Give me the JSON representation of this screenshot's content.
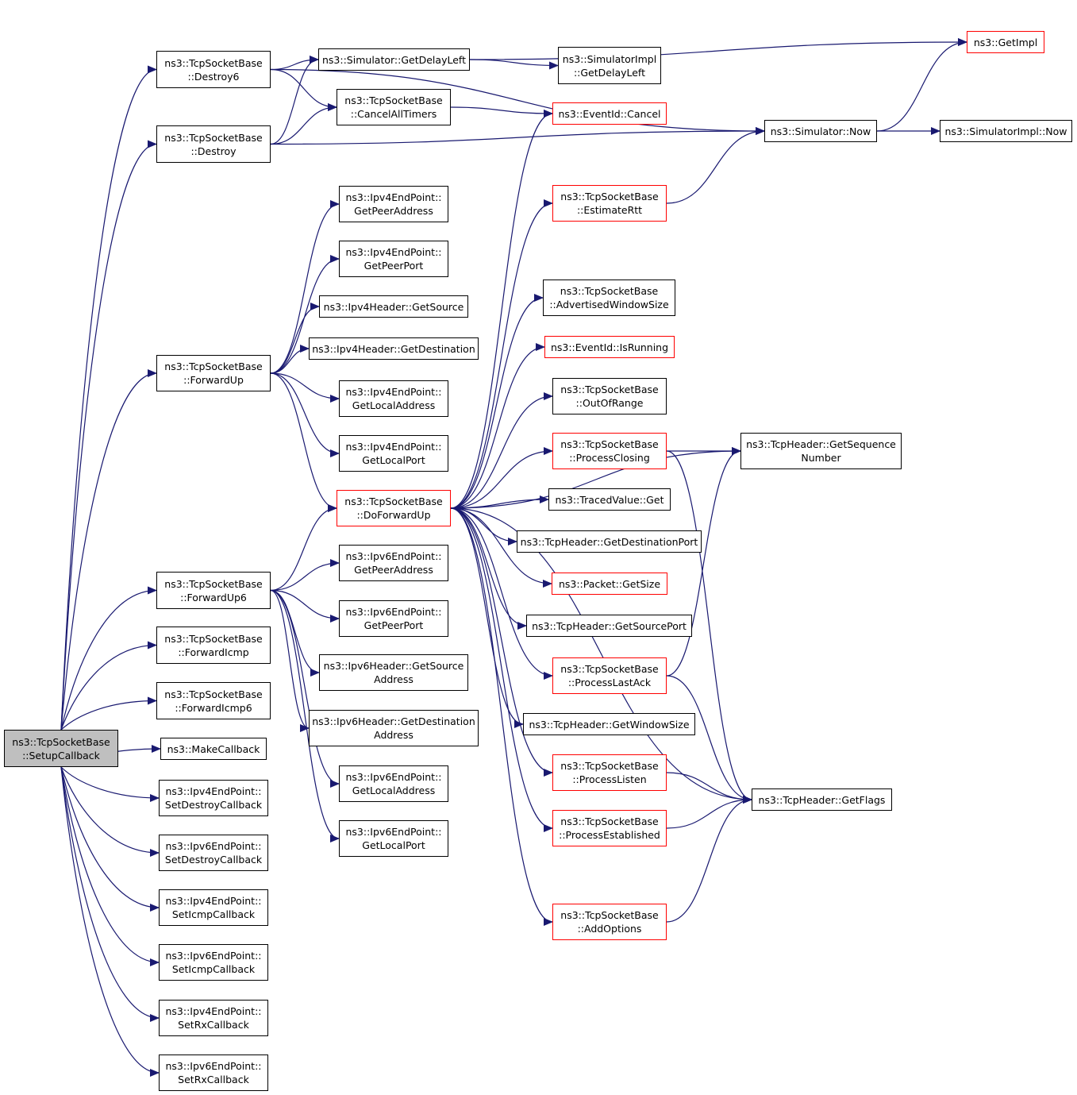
{
  "nodes": [
    {
      "id": "n1",
      "lines": [
        "ns3::TcpSocketBase",
        "::SetupCallback"
      ],
      "style": "gray"
    },
    {
      "id": "n2",
      "lines": [
        "ns3::TcpSocketBase",
        "::Destroy6"
      ],
      "style": "black"
    },
    {
      "id": "n3",
      "lines": [
        "ns3::TcpSocketBase",
        "::Destroy"
      ],
      "style": "black"
    },
    {
      "id": "n4",
      "lines": [
        "ns3::TcpSocketBase",
        "::ForwardUp"
      ],
      "style": "black"
    },
    {
      "id": "n5",
      "lines": [
        "ns3::TcpSocketBase",
        "::ForwardUp6"
      ],
      "style": "black"
    },
    {
      "id": "n6",
      "lines": [
        "ns3::TcpSocketBase",
        "::ForwardIcmp"
      ],
      "style": "black"
    },
    {
      "id": "n7",
      "lines": [
        "ns3::TcpSocketBase",
        "::ForwardIcmp6"
      ],
      "style": "black"
    },
    {
      "id": "n8",
      "lines": [
        "ns3::MakeCallback"
      ],
      "style": "black"
    },
    {
      "id": "n9",
      "lines": [
        "ns3::Ipv4EndPoint::",
        "SetDestroyCallback"
      ],
      "style": "black"
    },
    {
      "id": "n10",
      "lines": [
        "ns3::Ipv6EndPoint::",
        "SetDestroyCallback"
      ],
      "style": "black"
    },
    {
      "id": "n11",
      "lines": [
        "ns3::Ipv4EndPoint::",
        "SetIcmpCallback"
      ],
      "style": "black"
    },
    {
      "id": "n12",
      "lines": [
        "ns3::Ipv6EndPoint::",
        "SetIcmpCallback"
      ],
      "style": "black"
    },
    {
      "id": "n13",
      "lines": [
        "ns3::Ipv4EndPoint::",
        "SetRxCallback"
      ],
      "style": "black"
    },
    {
      "id": "n14",
      "lines": [
        "ns3::Ipv6EndPoint::",
        "SetRxCallback"
      ],
      "style": "black"
    },
    {
      "id": "n15",
      "lines": [
        "ns3::Simulator::GetDelayLeft"
      ],
      "style": "black"
    },
    {
      "id": "n16",
      "lines": [
        "ns3::TcpSocketBase",
        "::CancelAllTimers"
      ],
      "style": "black"
    },
    {
      "id": "n17",
      "lines": [
        "ns3::Ipv4EndPoint::",
        "GetPeerAddress"
      ],
      "style": "black"
    },
    {
      "id": "n18",
      "lines": [
        "ns3::Ipv4EndPoint::",
        "GetPeerPort"
      ],
      "style": "black"
    },
    {
      "id": "n19",
      "lines": [
        "ns3::Ipv4Header::GetSource"
      ],
      "style": "black"
    },
    {
      "id": "n20",
      "lines": [
        "ns3::Ipv4Header::GetDestination"
      ],
      "style": "black"
    },
    {
      "id": "n21",
      "lines": [
        "ns3::Ipv4EndPoint::",
        "GetLocalAddress"
      ],
      "style": "black"
    },
    {
      "id": "n22",
      "lines": [
        "ns3::Ipv4EndPoint::",
        "GetLocalPort"
      ],
      "style": "black"
    },
    {
      "id": "n23",
      "lines": [
        "ns3::TcpSocketBase",
        "::DoForwardUp"
      ],
      "style": "red"
    },
    {
      "id": "n24",
      "lines": [
        "ns3::Ipv6EndPoint::",
        "GetPeerAddress"
      ],
      "style": "black"
    },
    {
      "id": "n25",
      "lines": [
        "ns3::Ipv6EndPoint::",
        "GetPeerPort"
      ],
      "style": "black"
    },
    {
      "id": "n26",
      "lines": [
        "ns3::Ipv6Header::GetSource",
        "Address"
      ],
      "style": "black"
    },
    {
      "id": "n27",
      "lines": [
        "ns3::Ipv6Header::GetDestination",
        "Address"
      ],
      "style": "black"
    },
    {
      "id": "n28",
      "lines": [
        "ns3::Ipv6EndPoint::",
        "GetLocalAddress"
      ],
      "style": "black"
    },
    {
      "id": "n29",
      "lines": [
        "ns3::Ipv6EndPoint::",
        "GetLocalPort"
      ],
      "style": "black"
    },
    {
      "id": "n30",
      "lines": [
        "ns3::SimulatorImpl",
        "::GetDelayLeft"
      ],
      "style": "black"
    },
    {
      "id": "n31",
      "lines": [
        "ns3::EventId::Cancel"
      ],
      "style": "red"
    },
    {
      "id": "n32",
      "lines": [
        "ns3::TcpSocketBase",
        "::EstimateRtt"
      ],
      "style": "red"
    },
    {
      "id": "n33",
      "lines": [
        "ns3::TcpSocketBase",
        "::AdvertisedWindowSize"
      ],
      "style": "black"
    },
    {
      "id": "n34",
      "lines": [
        "ns3::EventId::IsRunning"
      ],
      "style": "red"
    },
    {
      "id": "n35",
      "lines": [
        "ns3::TcpSocketBase",
        "::OutOfRange"
      ],
      "style": "black"
    },
    {
      "id": "n36",
      "lines": [
        "ns3::TcpSocketBase",
        "::ProcessClosing"
      ],
      "style": "red"
    },
    {
      "id": "n37",
      "lines": [
        "ns3::TracedValue::Get"
      ],
      "style": "black"
    },
    {
      "id": "n38",
      "lines": [
        "ns3::TcpHeader::GetDestinationPort"
      ],
      "style": "black"
    },
    {
      "id": "n39",
      "lines": [
        "ns3::Packet::GetSize"
      ],
      "style": "red"
    },
    {
      "id": "n40",
      "lines": [
        "ns3::TcpHeader::GetSourcePort"
      ],
      "style": "black"
    },
    {
      "id": "n41",
      "lines": [
        "ns3::TcpSocketBase",
        "::ProcessLastAck"
      ],
      "style": "red"
    },
    {
      "id": "n42",
      "lines": [
        "ns3::TcpHeader::GetWindowSize"
      ],
      "style": "black"
    },
    {
      "id": "n43",
      "lines": [
        "ns3::TcpSocketBase",
        "::ProcessListen"
      ],
      "style": "red"
    },
    {
      "id": "n44",
      "lines": [
        "ns3::TcpSocketBase",
        "::ProcessEstablished"
      ],
      "style": "red"
    },
    {
      "id": "n45",
      "lines": [
        "ns3::TcpSocketBase",
        "::AddOptions"
      ],
      "style": "red"
    },
    {
      "id": "n46",
      "lines": [
        "ns3::GetImpl"
      ],
      "style": "red"
    },
    {
      "id": "n47",
      "lines": [
        "ns3::Simulator::Now"
      ],
      "style": "black"
    },
    {
      "id": "n48",
      "lines": [
        "ns3::SimulatorImpl::Now"
      ],
      "style": "black"
    },
    {
      "id": "n49",
      "lines": [
        "ns3::TcpHeader::GetSequence",
        "Number"
      ],
      "style": "black"
    },
    {
      "id": "n50",
      "lines": [
        "ns3::TcpHeader::GetFlags"
      ],
      "style": "black"
    }
  ],
  "edges": [
    [
      "n1",
      "n2"
    ],
    [
      "n1",
      "n3"
    ],
    [
      "n1",
      "n4"
    ],
    [
      "n1",
      "n5"
    ],
    [
      "n1",
      "n6"
    ],
    [
      "n1",
      "n7"
    ],
    [
      "n1",
      "n8"
    ],
    [
      "n1",
      "n9"
    ],
    [
      "n1",
      "n10"
    ],
    [
      "n1",
      "n11"
    ],
    [
      "n1",
      "n12"
    ],
    [
      "n1",
      "n13"
    ],
    [
      "n1",
      "n14"
    ],
    [
      "n2",
      "n15"
    ],
    [
      "n2",
      "n16"
    ],
    [
      "n2",
      "n47"
    ],
    [
      "n3",
      "n15"
    ],
    [
      "n3",
      "n16"
    ],
    [
      "n3",
      "n47"
    ],
    [
      "n15",
      "n30"
    ],
    [
      "n15",
      "n46"
    ],
    [
      "n16",
      "n31"
    ],
    [
      "n47",
      "n46"
    ],
    [
      "n47",
      "n48"
    ],
    [
      "n32",
      "n47"
    ],
    [
      "n4",
      "n17"
    ],
    [
      "n4",
      "n18"
    ],
    [
      "n4",
      "n19"
    ],
    [
      "n4",
      "n20"
    ],
    [
      "n4",
      "n21"
    ],
    [
      "n4",
      "n22"
    ],
    [
      "n4",
      "n23"
    ],
    [
      "n5",
      "n23"
    ],
    [
      "n5",
      "n24"
    ],
    [
      "n5",
      "n25"
    ],
    [
      "n5",
      "n26"
    ],
    [
      "n5",
      "n27"
    ],
    [
      "n5",
      "n28"
    ],
    [
      "n5",
      "n29"
    ],
    [
      "n23",
      "n31"
    ],
    [
      "n23",
      "n32"
    ],
    [
      "n23",
      "n33"
    ],
    [
      "n23",
      "n34"
    ],
    [
      "n23",
      "n35"
    ],
    [
      "n23",
      "n36"
    ],
    [
      "n23",
      "n37"
    ],
    [
      "n23",
      "n38"
    ],
    [
      "n23",
      "n39"
    ],
    [
      "n23",
      "n40"
    ],
    [
      "n23",
      "n41"
    ],
    [
      "n23",
      "n42"
    ],
    [
      "n23",
      "n43"
    ],
    [
      "n23",
      "n44"
    ],
    [
      "n23",
      "n45"
    ],
    [
      "n23",
      "n49"
    ],
    [
      "n23",
      "n50"
    ],
    [
      "n36",
      "n49"
    ],
    [
      "n36",
      "n50"
    ],
    [
      "n41",
      "n49"
    ],
    [
      "n41",
      "n50"
    ],
    [
      "n43",
      "n50"
    ],
    [
      "n44",
      "n50"
    ],
    [
      "n45",
      "n50"
    ]
  ],
  "colors": {
    "edge": "#191970",
    "node_border": "#000000",
    "highlight_border": "#ff0000",
    "root_fill": "#bfbfbf",
    "background": "#ffffff"
  }
}
